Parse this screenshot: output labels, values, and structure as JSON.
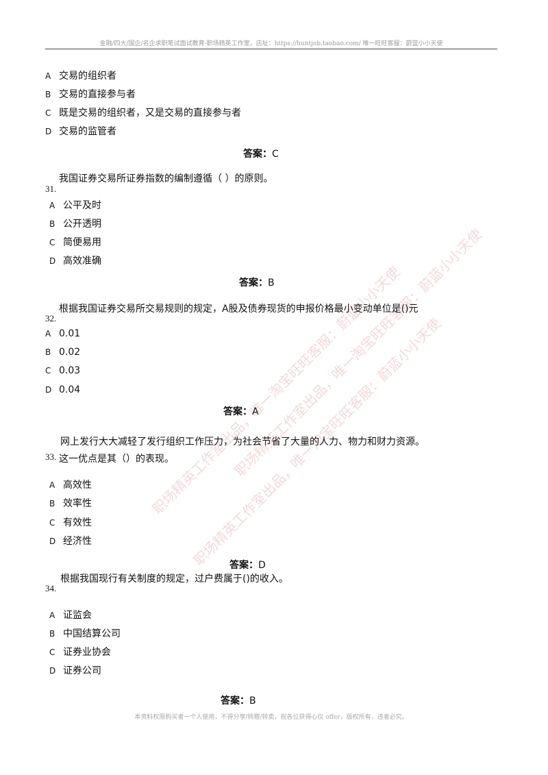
{
  "header": "金融/四大/国企/名企求职笔试面试教育-职场精英工作室，店址：https://huntjob.taobao.com/ 唯一旺旺客服：蔚蓝小小天使",
  "footer": "本资料权限购买者一个人使用，不得分享/转赠/转卖，祝各位获得心仪 offer，版权所有，违者必究。",
  "watermarks": [
    "职场精英工作室出品，唯一淘宝旺旺客服：蔚蓝小小天使",
    "职场精英工作室出品，唯一淘宝旺旺客服：蔚蓝小小天使",
    "职场精英工作室出品，唯一淘宝旺旺客服：蔚蓝小小天使"
  ],
  "answer_label": "答案：",
  "q30": {
    "options": [
      {
        "letter": "A",
        "text": "交易的组织者"
      },
      {
        "letter": "B",
        "text": "交易的直接参与者"
      },
      {
        "letter": "C",
        "text": "既是交易的组织者，又是交易的直接参与者"
      },
      {
        "letter": "D",
        "text": "交易的监管者"
      }
    ],
    "answer": "C"
  },
  "q31": {
    "number": "31.",
    "stem": "我国证券交易所证券指数的编制遵循（ ）的原则。",
    "options": [
      {
        "letter": "A",
        "text": "公平及时"
      },
      {
        "letter": "B",
        "text": "公开透明"
      },
      {
        "letter": "C",
        "text": "简便易用"
      },
      {
        "letter": "D",
        "text": "高效准确"
      }
    ],
    "answer": "B"
  },
  "q32": {
    "number": "32.",
    "stem": "根据我国证券交易所交易规则的规定，A股及债券现货的申报价格最小变动单位是()元",
    "options": [
      {
        "letter": "A",
        "text": "0.01"
      },
      {
        "letter": "B",
        "text": "0.02"
      },
      {
        "letter": "C",
        "text": "0.03"
      },
      {
        "letter": "D",
        "text": "0.04"
      }
    ],
    "answer": "A"
  },
  "q33": {
    "number": "33.",
    "stem_line1": "网上发行大大减轻了发行组织工作压力，为社会节省了大量的人力、物力和财力资源。",
    "stem_line2": "这一优点是其（）的表现。",
    "options": [
      {
        "letter": "A",
        "text": "高效性"
      },
      {
        "letter": "B",
        "text": "效率性"
      },
      {
        "letter": "C",
        "text": "有效性"
      },
      {
        "letter": "D",
        "text": "经济性"
      }
    ],
    "answer": "D"
  },
  "q34": {
    "number": "34.",
    "stem": "根据我国现行有关制度的规定，过户费属于()的收入。",
    "options": [
      {
        "letter": "A",
        "text": "证监会"
      },
      {
        "letter": "B",
        "text": "中国结算公司"
      },
      {
        "letter": "C",
        "text": "证券业协会"
      },
      {
        "letter": "D",
        "text": "证券公司"
      }
    ],
    "answer": "B"
  }
}
